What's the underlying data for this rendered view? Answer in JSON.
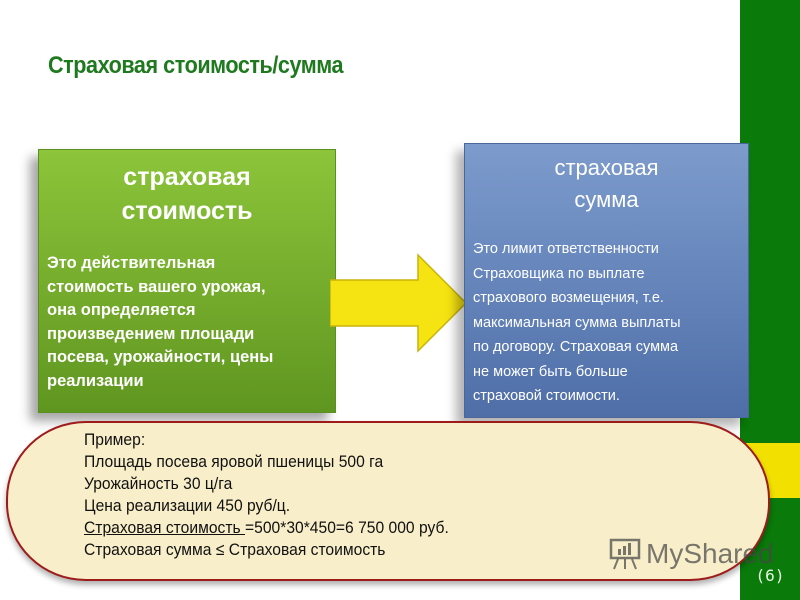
{
  "slide": {
    "title": "Страховая стоимость/сумма",
    "page_number": "(6)",
    "colors": {
      "accent_green": "#0a7a0a",
      "accent_yellow": "#f2e100",
      "box_green": "#74ab2c",
      "box_blue": "#6585bb",
      "example_border": "#9e1b1b",
      "example_bg": "#f8efca"
    }
  },
  "left_box": {
    "heading_line1": "страховая",
    "heading_line2": "стоимость",
    "body_lines": [
      "Это действительная",
      "стоимость вашего урожая,",
      "она определяется",
      "произведением площади",
      "посева, урожайности, цены",
      "реализации"
    ]
  },
  "right_box": {
    "heading_line1": "страховая",
    "heading_line2": "сумма",
    "body_lines": [
      "Это лимит ответственности",
      "Страховщика по выплате",
      "страхового возмещения, т.е.",
      "максимальная сумма выплаты",
      "по договору. Страховая сумма",
      "не может быть больше",
      "страховой стоимости."
    ]
  },
  "arrow": {
    "icon": "arrow-right-icon",
    "direction": "right"
  },
  "example": {
    "label": "Пример:",
    "line1": "Площадь посева яровой пшеницы 500 га",
    "line2": "Урожайность 30 ц/га",
    "line3": "Цена реализации  450 руб/ц.",
    "line4_underlined": "Страховая стоимость ",
    "line4_rest": "=500*30*450=6 750 000 руб.",
    "line5": "Страховая сумма ≤ Страховая стоимость"
  },
  "watermark": {
    "text": "MyShared",
    "icon": "presentation-chart-icon"
  }
}
